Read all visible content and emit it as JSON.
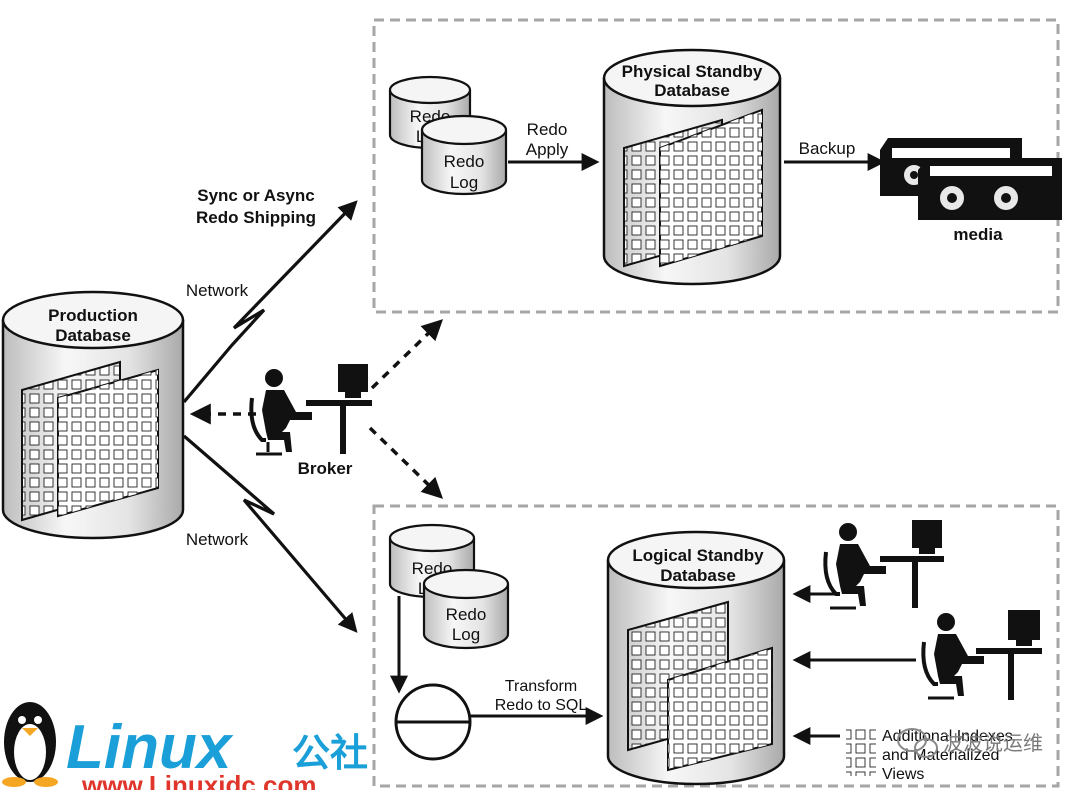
{
  "labels": {
    "production_l1": "Production",
    "production_l2": "Database",
    "physical_l1": "Physical Standby",
    "physical_l2": "Database",
    "logical_l1": "Logical Standby",
    "logical_l2": "Database",
    "redo_back_top": "Redo",
    "redo_back_bottom": "Log",
    "redo_front_top": "Redo",
    "redo_front_bottom": "Log",
    "redo_back2_top": "Redo",
    "redo_back2_bottom": "Log",
    "redo_front2_top": "Redo",
    "redo_front2_bottom": "Log",
    "redo_apply_l1": "Redo",
    "redo_apply_l2": "Apply",
    "backup": "Backup",
    "media": "media",
    "sync_l1": "Sync or Async",
    "sync_l2": "Redo Shipping",
    "network_top": "Network",
    "network_bottom": "Network",
    "broker": "Broker",
    "transform_l1": "Transform",
    "transform_l2": "Redo to SQL",
    "additional_l1": "Additional Indexes",
    "additional_l2": "and Materialized",
    "additional_l3": "Views"
  },
  "watermarks": {
    "linux_brand": "Linux",
    "linux_cn": "公社",
    "linux_url": "www.Linuxidc.com",
    "wechat": "波波说运维"
  },
  "colors": {
    "stroke": "#111111",
    "cylinder_fill": "#f2f2f2",
    "box_dash": "#a6a6a6",
    "linux_blue": "#1a9fd8",
    "linux_red": "#e0352b"
  }
}
